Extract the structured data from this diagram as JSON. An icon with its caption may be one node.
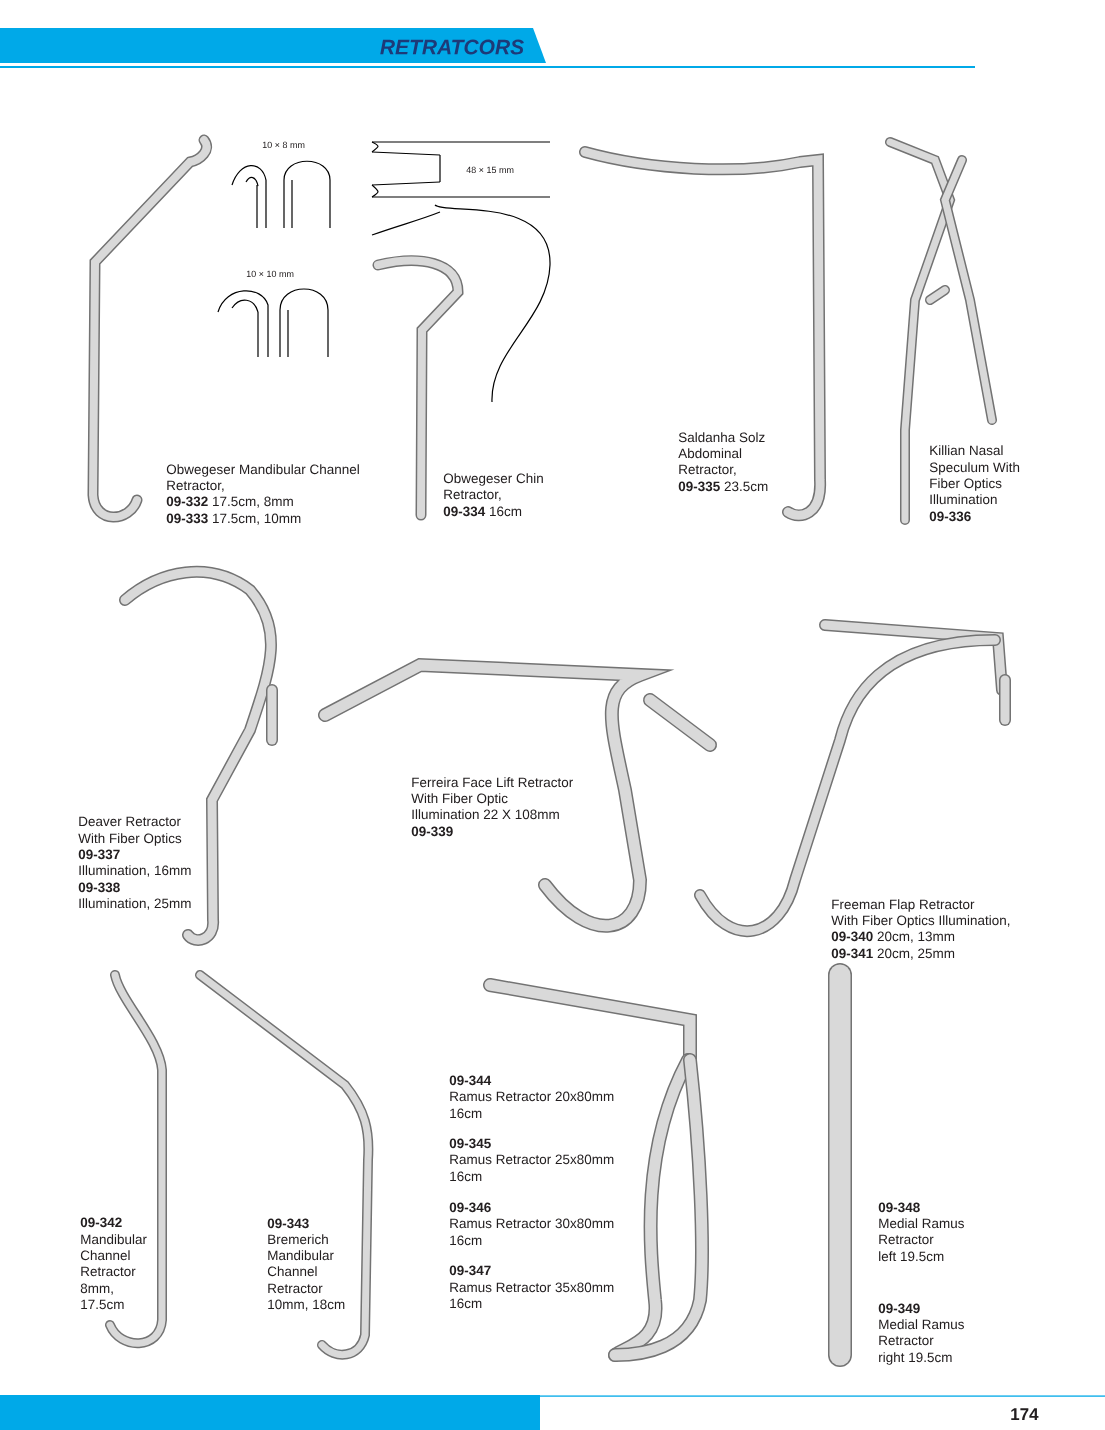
{
  "diagram": {
    "title": "RETRATCORS",
    "labels": [
      "10 × 8 mm",
      "48 × 15 mm",
      "10 × 10 mm",
      "Obwegeser Mandibular Channel",
      "Retractor,",
      "**09-332** 17.5cm, 8mm",
      "**09-333** 17.5cm, 10mm",
      "Obwegeser Chin",
      "Retractor,",
      "**09-334** 16cm",
      "Saldanha Solz",
      "Abdominal",
      "Retractor,",
      "**09-335** 23.5cm",
      "Killian Nasal",
      "Speculum With",
      "Fiber Optics",
      "Illumination",
      "09-336",
      "Ferreira Face Lift Retractor",
      "With Fiber Optic",
      "Illumination 22 X 108mm",
      "09-339",
      "Deaver Retractor",
      "With Fiber Optics",
      "09-337",
      "Illumination, 16mm",
      "09-338",
      "Illumination, 25mm",
      "Freeman Flap Retractor",
      "With Fiber Optics Illumination,",
      "**09-340** 20cm, 13mm",
      "**09-341** 20cm, 25mm",
      "09-344",
      "Ramus Retractor 20x80mm",
      "16cm",
      "09-345",
      "Ramus Retractor 25x80mm",
      "16cm",
      "09-346",
      "Ramus Retractor 30x80mm",
      "16cm",
      "09-347",
      "Ramus Retractor 35x80mm",
      "16cm",
      "09-342",
      "Mandibular",
      "Channel",
      "Retractor",
      "8mm,",
      "17.5cm",
      "09-343",
      "Bremerich",
      "Mandibular",
      "Channel",
      "Retractor",
      "10mm, 18cm",
      "09-348",
      "Medial Ramus",
      "Retractor",
      "left 19.5cm",
      "09-349",
      "Medial Ramus",
      "Retractor",
      "right 19.5cm",
      "174"
    ]
  }
}
